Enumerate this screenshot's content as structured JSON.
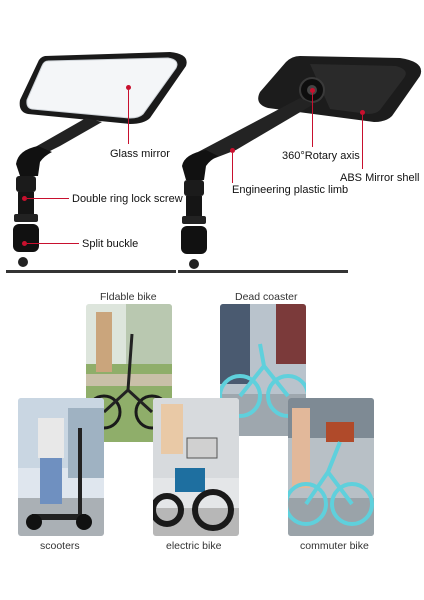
{
  "labels": {
    "glass_mirror": "Glass mirror",
    "rotary_axis": "360°Rotary axis",
    "abs_shell": "ABS Mirror shell",
    "plastic_limb": "Engineering plastic limb",
    "lock_screw": "Double ring lock screw",
    "split_buckle": "Split buckle"
  },
  "captions": {
    "foldable": "Fldable bike",
    "dead_coaster": "Dead coaster",
    "scooters": "scooters",
    "electric": "electric bike",
    "commuter": "commuter bike"
  },
  "colors": {
    "accent": "#c8102e",
    "mirror_body": "#1a1a1a",
    "bike_cyan": "#5fd0dc"
  }
}
